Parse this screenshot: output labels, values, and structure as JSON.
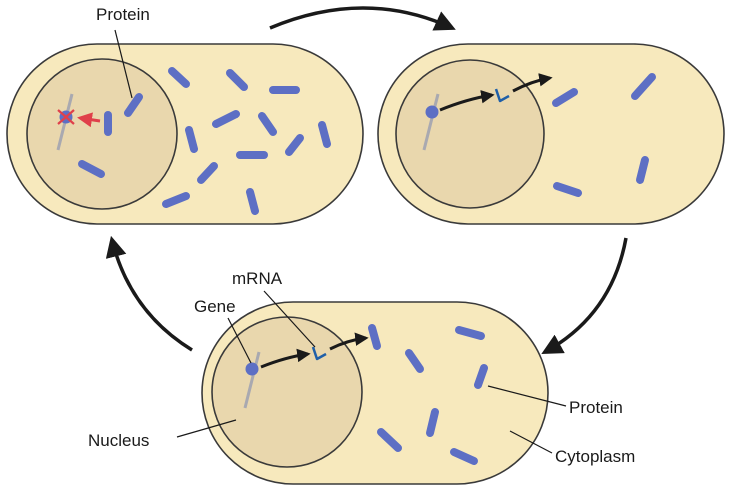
{
  "labels": {
    "protein_top": "Protein",
    "mrna": "mRNA",
    "gene": "Gene",
    "nucleus": "Nucleus",
    "protein_right": "Protein",
    "cytoplasm": "Cytoplasm"
  },
  "colors": {
    "cytoplasm": "#f7e9bd",
    "nucleus": "#e9d7ad",
    "outline": "#3a3a3a",
    "protein": "#5d6fc4",
    "gene_line": "#a9a9b0",
    "mrna": "#1f5fa8",
    "repressor": "#e0404a",
    "arrow": "#1a1a1a"
  }
}
